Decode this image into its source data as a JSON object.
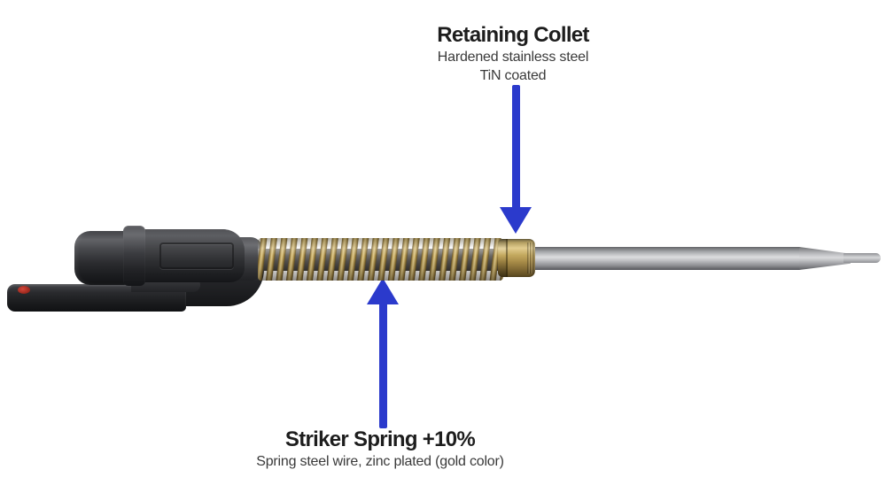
{
  "annotations": {
    "collet": {
      "title": "Retaining Collet",
      "line1": "Hardened stainless steel",
      "line2": "TiN coated"
    },
    "spring": {
      "title": "Striker Spring +10%",
      "line1": "Spring steel wire, zinc plated (gold color)"
    }
  },
  "colors": {
    "background": "#ffffff",
    "arrow_blue": "#2b3acc",
    "title_text": "#1d1d1d",
    "subtitle_text": "#3a3a3a",
    "spring_gold": "#b89c58",
    "collet_gold": "#c4a95f",
    "rod_silver": "#c2c3c6",
    "body_dark": "#2e2f32",
    "indicator_red": "#b03226"
  }
}
